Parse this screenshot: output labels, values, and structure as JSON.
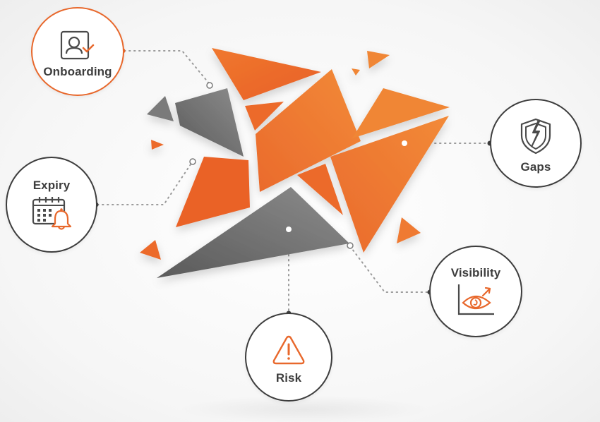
{
  "diagram": {
    "title": "",
    "center_graphic": "shattered-shards",
    "colors": {
      "orange": "#ec6a2c",
      "orange_light": "#f08636",
      "gray": "#7a7a7a",
      "gray_dark": "#5f5f5f",
      "text": "#3d3d3d",
      "line": "#9a9a9a"
    },
    "nodes": [
      {
        "id": "onboarding",
        "label": "Onboarding",
        "icon": "user-check-icon",
        "accent": true
      },
      {
        "id": "expiry",
        "label": "Expiry",
        "icon": "calendar-bell-icon",
        "accent": false
      },
      {
        "id": "gaps",
        "label": "Gaps",
        "icon": "broken-shield-icon",
        "accent": false
      },
      {
        "id": "visibility",
        "label": "Visibility",
        "icon": "eye-chart-icon",
        "accent": false
      },
      {
        "id": "risk",
        "label": "Risk",
        "icon": "warning-triangle-icon",
        "accent": false
      }
    ]
  }
}
